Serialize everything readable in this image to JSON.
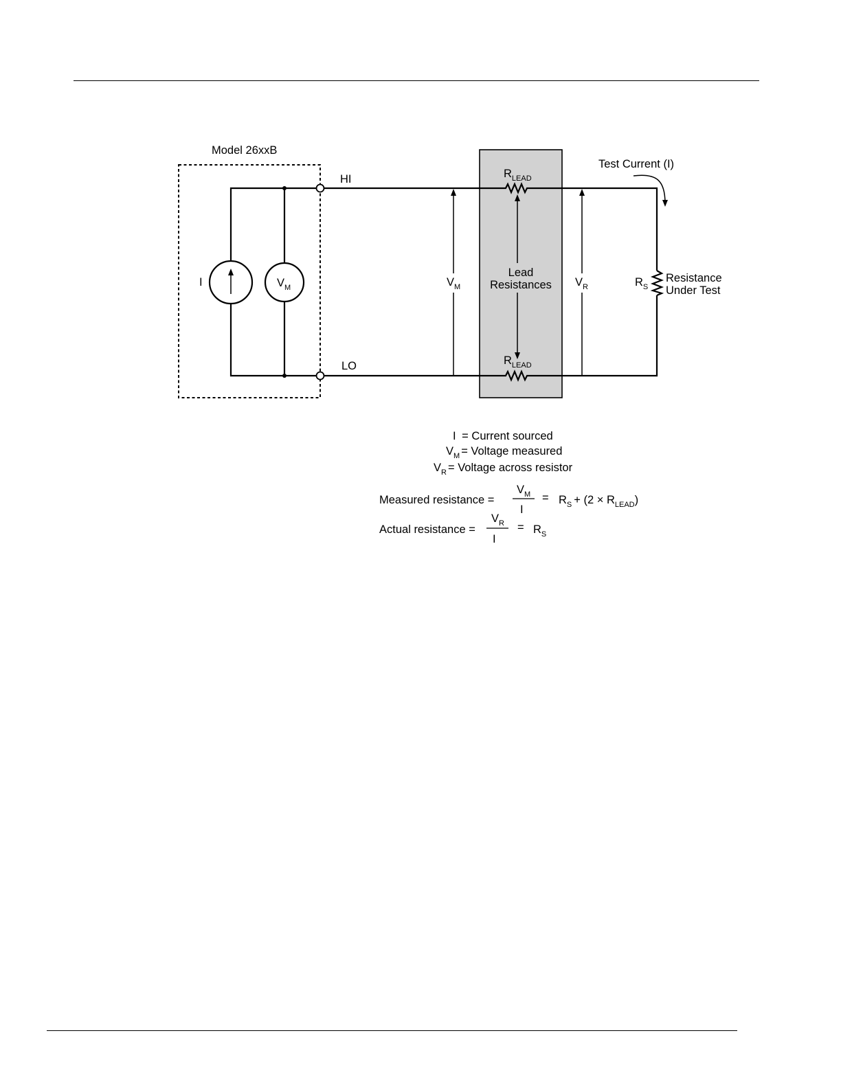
{
  "model_label": "Model 26xxB",
  "terminals": {
    "hi": "HI",
    "lo": "LO"
  },
  "source": {
    "current_label": "I",
    "meter_main": "V",
    "meter_sub": "M"
  },
  "voltages": {
    "vm_main": "V",
    "vm_sub": "M",
    "vr_main": "V",
    "vr_sub": "R"
  },
  "lead": {
    "r_main": "R",
    "r_sub": "LEAD",
    "box_line1": "Lead",
    "box_line2": "Resistances"
  },
  "test_current": "Test Current (I)",
  "rs": {
    "main": "R",
    "sub": "S",
    "desc_line1": "Resistance",
    "desc_line2": "Under Test"
  },
  "legend": {
    "l1_sym": "I",
    "l1_text": " = Current sourced",
    "l2_sym": "V",
    "l2_sub": "M",
    "l2_text": "= Voltage measured",
    "l3_sym": "V",
    "l3_sub": "R",
    "l3_text": "= Voltage across resistor"
  },
  "equations": {
    "measured_label": "Measured resistance =",
    "measured_num": "V",
    "measured_num_sub": "M",
    "measured_den": "I",
    "eq": "=",
    "measured_rhs_r": "R",
    "measured_rhs_r_sub": "S",
    "measured_rhs_mid": "+ (2 × R",
    "measured_rhs_lead": "LEAD",
    "measured_rhs_end": ")",
    "actual_label": "Actual resistance =",
    "actual_num": "V",
    "actual_num_sub": "R",
    "actual_den": "I",
    "actual_rhs_r": "R",
    "actual_rhs_r_sub": "S"
  }
}
